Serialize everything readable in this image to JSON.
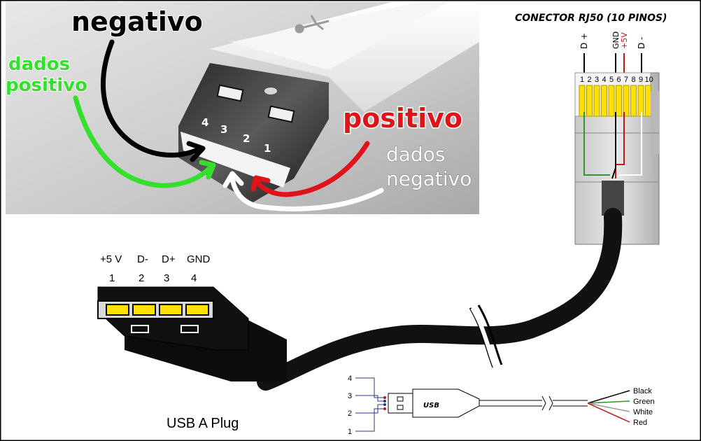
{
  "photo": {
    "labels": {
      "negativo": "negativo",
      "dados_positivo_1": "dados",
      "dados_positivo_2": "positivo",
      "positivo": "positivo",
      "dados_negativo_1": "dados",
      "dados_negativo_2": "negativo"
    },
    "pin_numbers": [
      "4",
      "3",
      "2",
      "1"
    ],
    "colors": {
      "black": "#000000",
      "green": "#35e02c",
      "red": "#e0121a",
      "white": "#ffffff"
    }
  },
  "rj50": {
    "title": "CONECTOR RJ50 (10 PINOS)",
    "top_labels": {
      "d_plus": "D +",
      "gnd": "GND",
      "plus5v": "+5V",
      "d_minus": "D -"
    },
    "pin_row": [
      "1",
      "2",
      "3",
      "4",
      "5",
      "6",
      "7",
      "8",
      "9",
      "10"
    ]
  },
  "usb_plug": {
    "signals": [
      "+5 V",
      "D-",
      "D+",
      "GND"
    ],
    "numbers": [
      "1",
      "2",
      "3",
      "4"
    ],
    "caption": "USB A Plug"
  },
  "usb_cable": {
    "left_numbers": [
      "4",
      "3",
      "2",
      "1"
    ],
    "body_label": "USB",
    "wires": [
      "Black",
      "Green",
      "White",
      "Red"
    ],
    "wire_colors": [
      "#000000",
      "#2e9a2e",
      "#9a9a9a",
      "#c01818"
    ]
  }
}
